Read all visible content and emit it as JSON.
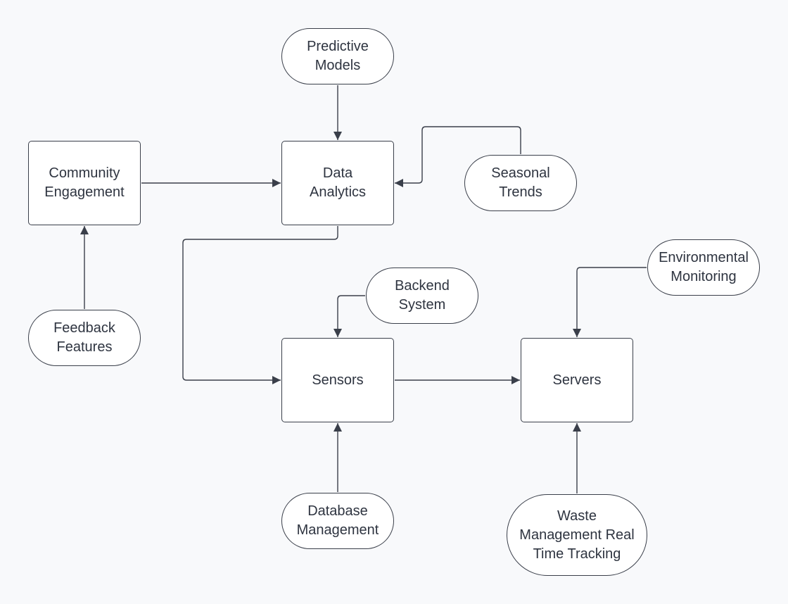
{
  "diagram": {
    "nodes": [
      {
        "id": "predictive_models",
        "shape": "terminal",
        "label": "Predictive\nModels"
      },
      {
        "id": "community_engagement",
        "shape": "process",
        "label": "Community\nEngagement"
      },
      {
        "id": "data_analytics",
        "shape": "process",
        "label": "Data\nAnalytics"
      },
      {
        "id": "seasonal_trends",
        "shape": "terminal",
        "label": "Seasonal\nTrends"
      },
      {
        "id": "environmental_monitoring",
        "shape": "terminal",
        "label": "Environmental\nMonitoring"
      },
      {
        "id": "backend_system",
        "shape": "terminal",
        "label": "Backend\nSystem"
      },
      {
        "id": "feedback_features",
        "shape": "terminal",
        "label": "Feedback\nFeatures"
      },
      {
        "id": "sensors",
        "shape": "process",
        "label": "Sensors"
      },
      {
        "id": "servers",
        "shape": "process",
        "label": "Servers"
      },
      {
        "id": "database_management",
        "shape": "terminal",
        "label": "Database\nManagement"
      },
      {
        "id": "waste_management",
        "shape": "terminal",
        "label": "Waste\nManagement Real\nTime Tracking"
      }
    ],
    "edges": [
      {
        "from": "predictive_models",
        "to": "data_analytics"
      },
      {
        "from": "community_engagement",
        "to": "data_analytics"
      },
      {
        "from": "seasonal_trends",
        "to": "data_analytics"
      },
      {
        "from": "feedback_features",
        "to": "community_engagement"
      },
      {
        "from": "data_analytics",
        "to": "sensors"
      },
      {
        "from": "backend_system",
        "to": "sensors"
      },
      {
        "from": "sensors",
        "to": "servers"
      },
      {
        "from": "environmental_monitoring",
        "to": "servers"
      },
      {
        "from": "database_management",
        "to": "sensors"
      },
      {
        "from": "waste_management",
        "to": "servers"
      }
    ]
  }
}
